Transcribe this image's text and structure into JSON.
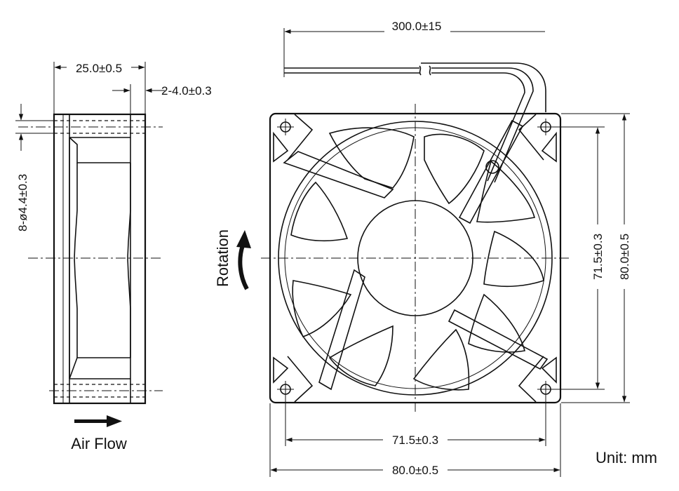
{
  "side_view": {
    "width_dim": "25.0±0.5",
    "flange_dim": "2-4.0±0.3",
    "hole_dim": "8-ø4.4±0.3"
  },
  "front_view": {
    "cable_length_dim": "300.0±15",
    "hole_spacing_v_dim": "71.5±0.3",
    "frame_height_dim": "80.0±0.5",
    "hole_spacing_h_dim": "71.5±0.3",
    "frame_width_dim": "80.0±0.5",
    "rotation_label": "Rotation"
  },
  "airflow_label": "Air Flow",
  "unit_label": "Unit: mm"
}
